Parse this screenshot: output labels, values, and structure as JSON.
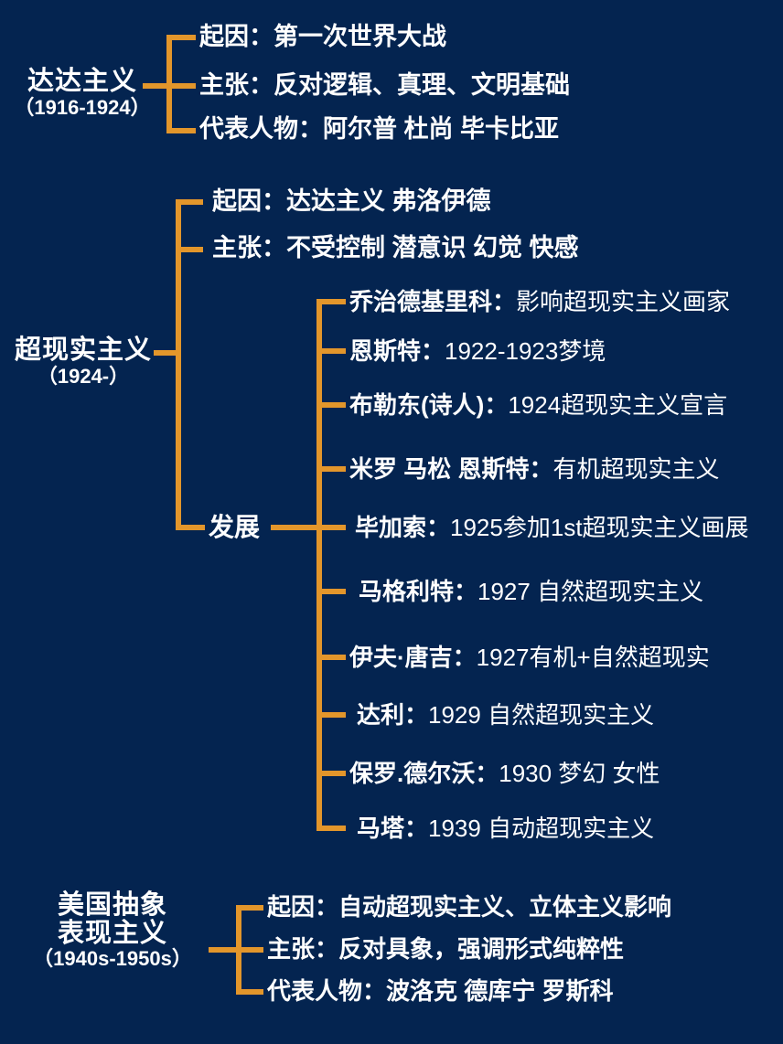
{
  "theme": {
    "background": "#042450",
    "connector": "#E3962B",
    "text": "#FFFFFF"
  },
  "diagram": {
    "type": "mind-map",
    "branches": [
      {
        "id": "dadaism",
        "title": "达达主义",
        "years": "（1916-1924）",
        "items": [
          {
            "key": "起因：",
            "value": "第一次世界大战"
          },
          {
            "key": "主张：",
            "value": "反对逻辑、真理、文明基础"
          },
          {
            "key": "代表人物：",
            "value": "阿尔普 杜尚 毕卡比亚"
          }
        ]
      },
      {
        "id": "surrealism",
        "title": "超现实主义",
        "years": "（1924-）",
        "items": [
          {
            "key": "起因：",
            "value": "达达主义 弗洛伊德"
          },
          {
            "key": "主张：",
            "value": "不受控制 潜意识 幻觉 快感"
          }
        ],
        "sub_branch": {
          "label": "发展",
          "items": [
            {
              "key": "乔治德基里科：",
              "value": "影响超现实主义画家"
            },
            {
              "key": "恩斯特：",
              "value": "1922-1923梦境"
            },
            {
              "key": "布勒东(诗人)：",
              "value": "1924超现实主义宣言"
            },
            {
              "key": "米罗 马松 恩斯特：",
              "value": "有机超现实主义"
            },
            {
              "key": "毕加索：",
              "value": "1925参加1st超现实主义画展"
            },
            {
              "key": "马格利特：",
              "value": "1927 自然超现实主义"
            },
            {
              "key": "伊夫·唐吉：",
              "value": "1927有机+自然超现实"
            },
            {
              "key": "达利：",
              "value": "1929 自然超现实主义"
            },
            {
              "key": "保罗.德尔沃：",
              "value": "1930 梦幻 女性"
            },
            {
              "key": "马塔：",
              "value": "1939 自动超现实主义"
            }
          ]
        }
      },
      {
        "id": "american-abstract-expressionism",
        "title": "美国抽象\n表现主义",
        "title_line1": "美国抽象",
        "title_line2": "表现主义",
        "years": "（1940s-1950s）",
        "items": [
          {
            "key": "起因：",
            "value": "自动超现实主义、立体主义影响"
          },
          {
            "key": "主张：",
            "value": "反对具象，强调形式纯粹性"
          },
          {
            "key": "代表人物：",
            "value": "波洛克 德库宁 罗斯科"
          }
        ]
      }
    ]
  }
}
